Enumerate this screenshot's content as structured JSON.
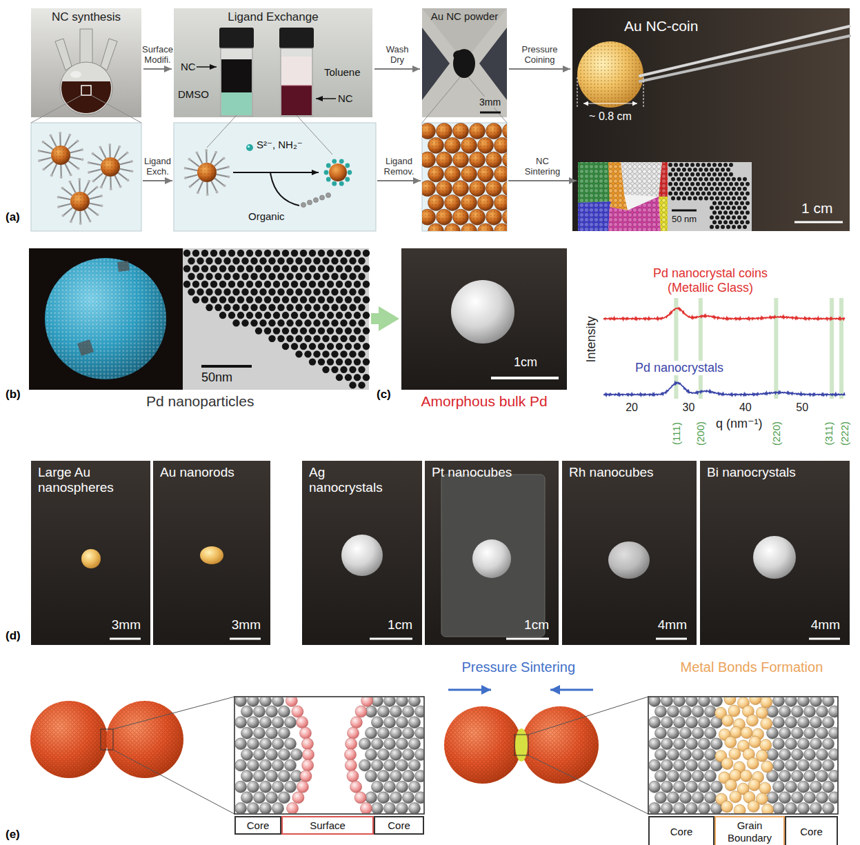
{
  "diagram": {
    "nodes": [
      {
        "text": [
          "NC synthesis"
        ]
      },
      {
        "text": [
          "Ligand Exchange",
          "NC",
          "DMSO",
          "Toluene",
          "NC"
        ]
      },
      {
        "text": [
          "Au NC powder",
          "3mm"
        ]
      },
      {
        "text": [
          "Au NC-coin",
          "~ 0.8 cm",
          "1 cm"
        ]
      },
      {
        "text": [
          "50 nm"
        ],
        "in": 3
      },
      {
        "text": [
          "S²⁻, NH₂⁻",
          "Organic"
        ]
      },
      {
        "text": [
          "50nm"
        ]
      },
      {
        "text": [
          "1cm"
        ]
      },
      {
        "text": [
          "Large Au nanospheres",
          "3mm"
        ]
      },
      {
        "text": [
          "Au nanorods",
          "3mm"
        ]
      },
      {
        "text": [
          "Ag nanocrystals",
          "1cm"
        ]
      },
      {
        "text": [
          "Pt nanocubes",
          "1cm"
        ]
      },
      {
        "text": [
          "Rh nanocubes",
          "4mm"
        ]
      },
      {
        "text": [
          "Bi nanocrystals",
          "4mm"
        ]
      },
      {
        "text": [
          "Core"
        ]
      },
      {
        "text": [
          "Surface"
        ]
      },
      {
        "text": [
          "Core"
        ]
      },
      {
        "text": [
          "Core"
        ]
      },
      {
        "text": [
          "Grain Boundary"
        ]
      },
      {
        "text": [
          "Core"
        ]
      }
    ],
    "edges": [
      {
        "from": 0,
        "to": 1,
        "arrow": "to",
        "label": "Surface Modifi."
      },
      {
        "from": 1,
        "to": 2,
        "arrow": "to",
        "label": "Wash Dry"
      },
      {
        "from": 2,
        "to": 3,
        "arrow": "to",
        "label": "Pressure Coining"
      },
      {
        "from": 6,
        "to": 7,
        "arrow": "to"
      }
    ],
    "labels": [
      "(a)",
      "Ligand Exch.",
      "Ligand Remov.",
      "NC Sintering",
      "(b)",
      "Pd nanoparticles",
      "(c)",
      "Amorphous bulk Pd",
      "Pd nanocrystal coins (Metallic Glass)",
      "Pd nanocrystals",
      "Intensity",
      "20",
      "30",
      "40",
      "50",
      "q (nm⁻¹)",
      "(111)",
      "(200)",
      "(220)",
      "(311)",
      "(222)",
      "(d)",
      "(e)",
      "Pressure Sintering",
      "Metal Bonds Formation"
    ]
  }
}
